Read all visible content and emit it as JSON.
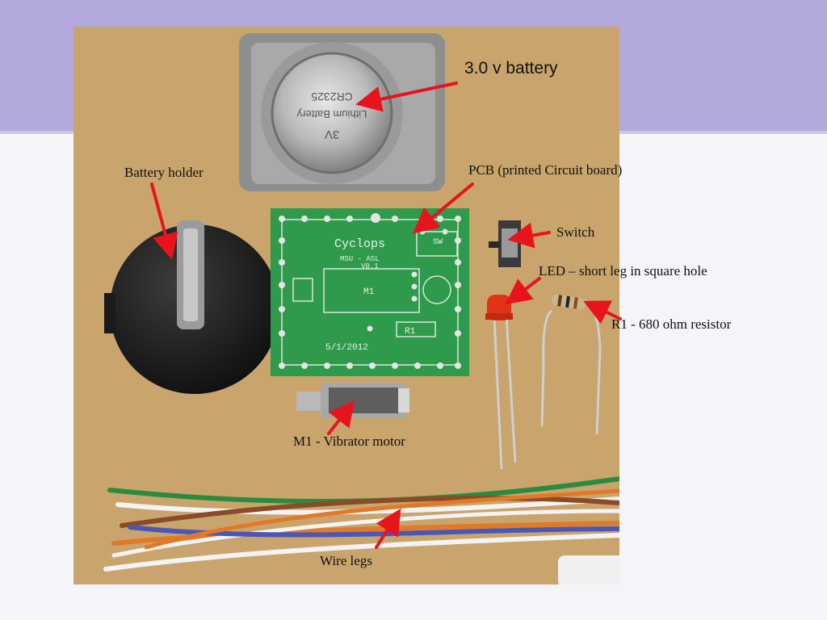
{
  "colors": {
    "background_band": "#b3a9dd",
    "slide_background": "#f4f5f9",
    "arrow": "#e8141b",
    "pcb_green": "#2f9a4c",
    "photo_background": "#c9a46c"
  },
  "photo": {
    "pcb": {
      "title": "Cyclops",
      "subtitle": "MSU - ASL",
      "version": "V0.1",
      "motor_mark": "M1",
      "resistor_mark": "R1",
      "switch_mark": "SW",
      "date": "5/1/2012"
    },
    "battery_marking": {
      "model": "CR2325",
      "brand": "Lithium Battery",
      "voltage": "3V"
    }
  },
  "labels": {
    "battery": "3.0 v battery",
    "battery_holder": "Battery holder",
    "pcb": "PCB (printed Circuit board)",
    "switch": "Switch",
    "led": "LED – short leg in square hole",
    "resistor": "R1 - 680 ohm resistor",
    "motor": "M1 - Vibrator motor",
    "wire_legs": "Wire legs"
  }
}
